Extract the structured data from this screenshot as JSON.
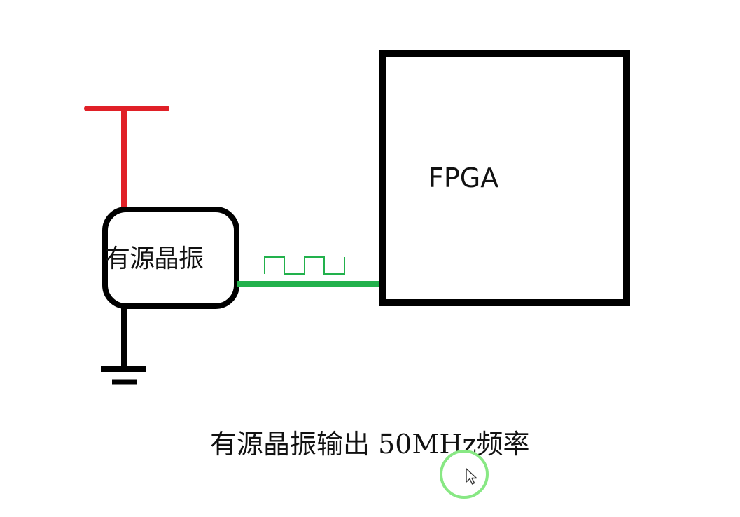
{
  "oscillator": {
    "label": "有源晶振"
  },
  "fpga": {
    "label": "FPGA"
  },
  "caption": {
    "text": "有源晶振输出 50MHz频率"
  },
  "colors": {
    "power_line": "#e02027",
    "signal_line": "#22b14c",
    "outline": "#000000",
    "cursor_ring": "#88e884"
  },
  "icons": {
    "power": "power-rail-icon",
    "ground": "ground-icon",
    "waveform": "square-wave-icon",
    "cursor": "mouse-cursor-icon"
  }
}
